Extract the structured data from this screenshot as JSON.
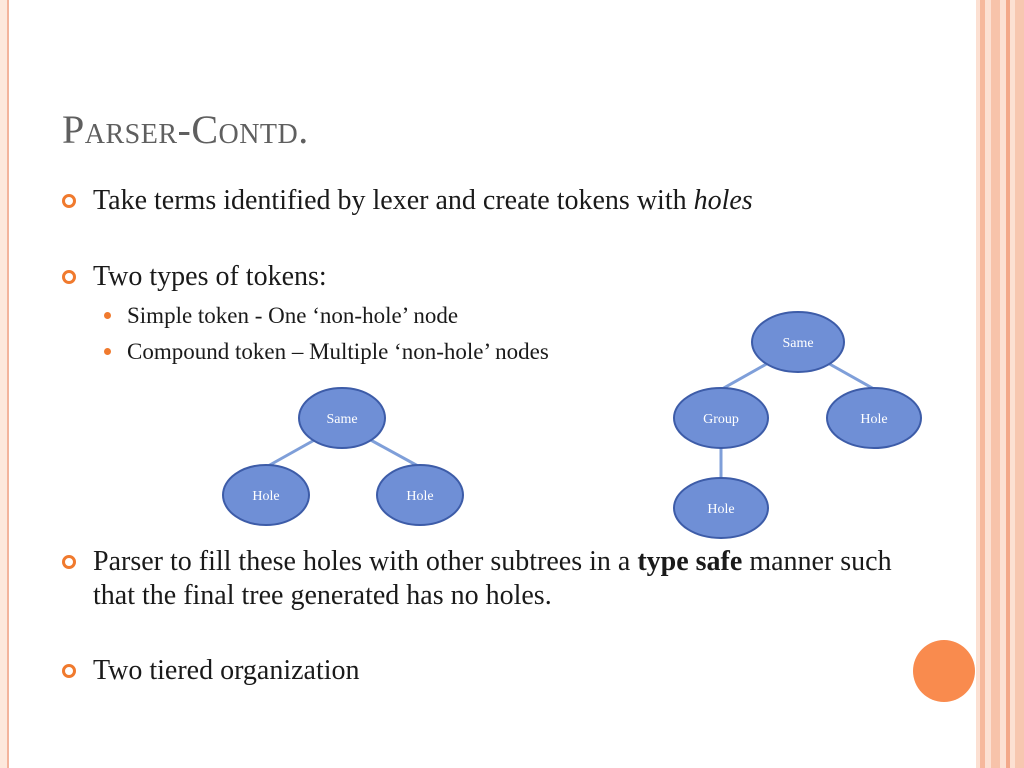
{
  "slide": {
    "title": "Parser-Contd.",
    "bullets": [
      {
        "text_before": "Take terms identified by lexer and create tokens with ",
        "emphasis": "holes",
        "text_after": ""
      },
      {
        "text": "Two types of tokens:",
        "sub_bullets": [
          "Simple token - One ‘non-hole’ node",
          "Compound token – Multiple ‘non-hole’ nodes"
        ]
      },
      {
        "text_before": "Parser to fill these holes with other subtrees in a ",
        "bold": "type safe",
        "text_after": " manner such that the final tree generated has no holes."
      },
      {
        "text": "Two tiered organization"
      }
    ]
  },
  "diagram_simple": {
    "root": "Same",
    "children": [
      "Hole",
      "Hole"
    ]
  },
  "diagram_compound": {
    "root": "Same",
    "children": [
      "Group",
      "Hole"
    ],
    "grandchild": "Hole"
  },
  "colors": {
    "accent": "#f07a2e",
    "node_fill": "#6f8fd6",
    "node_stroke": "#3d5ca8",
    "edge": "#7f9fd9",
    "title": "#5f5f5f",
    "frame": "#fce0d2"
  }
}
